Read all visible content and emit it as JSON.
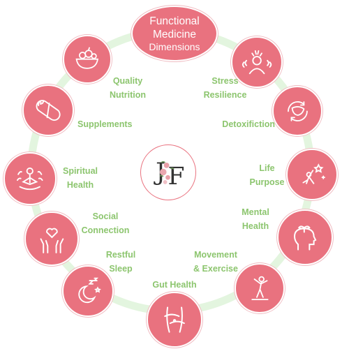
{
  "title": [
    "Functional",
    "Medicine",
    "Dimensions"
  ],
  "logo_text": "JF",
  "dimensions": [
    {
      "id": "stress",
      "label": [
        "Stress",
        "Resilience"
      ],
      "icon": "stressed-person-icon"
    },
    {
      "id": "detox",
      "label": [
        "Detoxifiction"
      ],
      "icon": "liver-detox-icon"
    },
    {
      "id": "life",
      "label": [
        "Life",
        "Purpose"
      ],
      "icon": "reaching-star-icon"
    },
    {
      "id": "mental",
      "label": [
        "Mental",
        "Health"
      ],
      "icon": "growing-mind-icon"
    },
    {
      "id": "movement",
      "label": [
        "Movement",
        "& Exercise"
      ],
      "icon": "stretching-person-icon"
    },
    {
      "id": "gut",
      "label": [
        "Gut Health"
      ],
      "icon": "belly-hands-icon"
    },
    {
      "id": "sleep",
      "label": [
        "Restful",
        "Sleep"
      ],
      "icon": "moon-stars-icon"
    },
    {
      "id": "social",
      "label": [
        "Social",
        "Connection"
      ],
      "icon": "hands-heart-icon"
    },
    {
      "id": "spiritual",
      "label": [
        "Spiritual",
        "Health"
      ],
      "icon": "meditating-person-icon"
    },
    {
      "id": "supplements",
      "label": [
        "Supplements"
      ],
      "icon": "capsule-icon"
    },
    {
      "id": "nutrition",
      "label": [
        "Quality",
        "Nutrition"
      ],
      "icon": "fruit-bowl-icon"
    }
  ],
  "colors": {
    "node": "#e9727f",
    "label": "#8cc56e",
    "ring": "#e3f5df"
  }
}
